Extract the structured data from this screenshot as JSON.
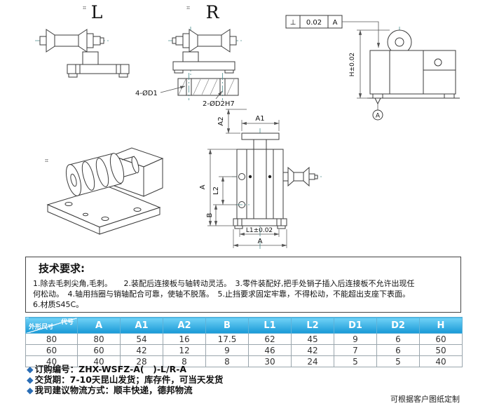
{
  "drawings": {
    "view_l_label": "L",
    "view_r_label": "R",
    "finish_mark": "⌗",
    "tolerance": {
      "symbol": "⊥",
      "value": "0.02",
      "datum": "A"
    },
    "datum": "A",
    "dims": {
      "d1": "4-ØD1",
      "d2": "2-ØD2H7",
      "a1": "A1",
      "a2": "A2",
      "a_left": "A",
      "l2": "L2",
      "b": "B",
      "l1": "L1±0.02",
      "a_bottom": "A",
      "h": "H±0.02"
    }
  },
  "tech": {
    "title": "技术要求:",
    "lines": [
      "1.除去毛刺尖角,毛刺。　　2.装配后连接板与轴转动灵活。　3.零件装配好,把手处销子插入后连接板不允许出现任",
      "何松动。　4.轴用挡圈与销轴配合可靠，使轴不脱落。　5.止挡要求固定牢靠，不得松动，不能超出支座下表面。",
      "6.材质S45C。"
    ]
  },
  "table": {
    "corner_top": "代号",
    "corner_bottom": "外形尺寸",
    "headers": [
      "A",
      "A1",
      "A2",
      "B",
      "L1",
      "L2",
      "D1",
      "D2",
      "H"
    ],
    "rows": [
      [
        "80",
        "80",
        "54",
        "16",
        "17.5",
        "62",
        "45",
        "9",
        "6",
        "60"
      ],
      [
        "60",
        "60",
        "42",
        "12",
        "9",
        "46",
        "42",
        "7",
        "6",
        "50"
      ],
      [
        "40",
        "40",
        "28",
        "8",
        "8",
        "30",
        "24",
        "5",
        "5",
        "40"
      ]
    ]
  },
  "footer": {
    "bullet": "◆",
    "lines": [
      "订购编号：ZHX-WSFZ-A(　)-L/R-A",
      "交货期：7-10天昆山发货；库存件，可当天发货",
      "我司建议物流方式：顺丰快递，德邦物流"
    ],
    "custom_note": "可根据客户图纸定制"
  },
  "colors": {
    "hdr-top": "#72d3f7",
    "hdr-bot": "#1899d6",
    "accent": "#2a6db5"
  }
}
